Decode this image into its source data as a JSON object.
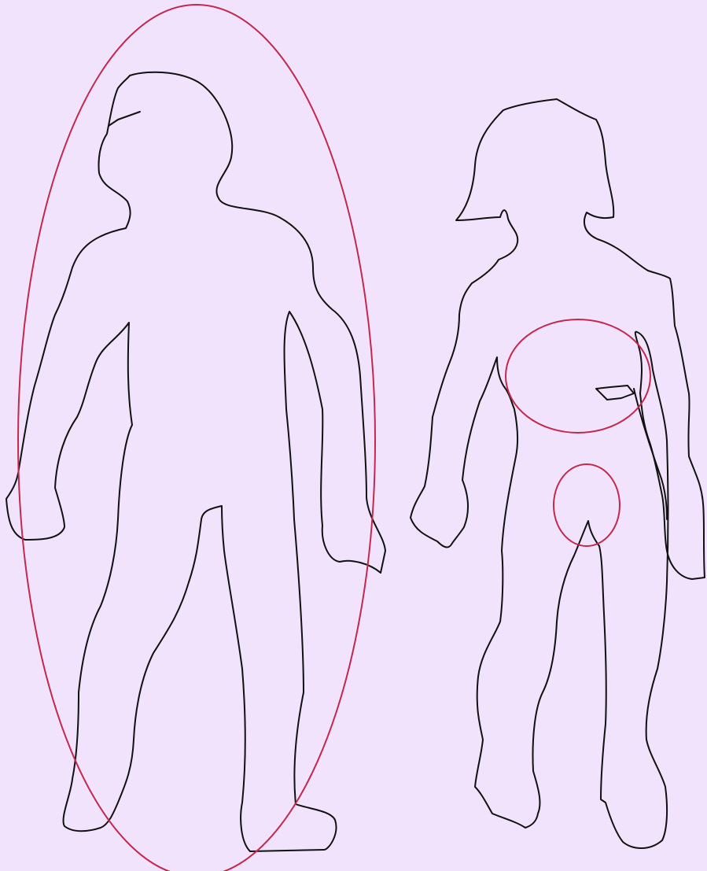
{
  "colors": {
    "background": "#f1e3fb",
    "outline": "#111111",
    "marker": "#c4284e"
  },
  "figures": [
    {
      "id": "left-body",
      "view": "front"
    },
    {
      "id": "right-body",
      "view": "front"
    }
  ],
  "markings": [
    {
      "figure": "left-body",
      "region": "whole-body"
    },
    {
      "figure": "right-body",
      "region": "abdomen"
    },
    {
      "figure": "right-body",
      "region": "groin"
    }
  ]
}
